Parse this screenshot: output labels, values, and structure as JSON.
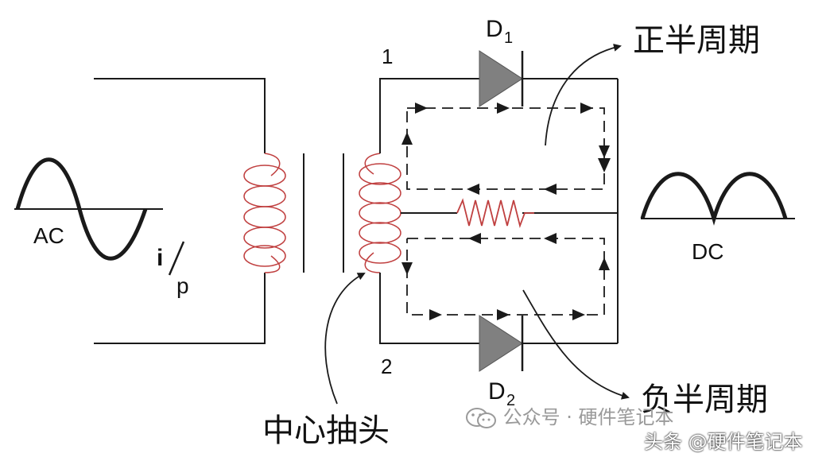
{
  "labels": {
    "ac": "AC",
    "ip_i": "i",
    "ip_p": "p",
    "node1": "1",
    "node2": "2",
    "d1_letter": "D",
    "d1_sub": "1",
    "d2_letter": "D",
    "d2_sub": "2",
    "dc": "DC",
    "positive_half": "正半周期",
    "negative_half": "负半周期",
    "center_tap": "中心抽头"
  },
  "watermark": {
    "wechat": "公众号 · 硬件笔记本",
    "toutiao": "头条 @硬件笔记本"
  },
  "colors": {
    "wire": "#1a1a1a",
    "coil": "#c04040",
    "diode_fill": "#808080",
    "resistor": "#c04040"
  }
}
